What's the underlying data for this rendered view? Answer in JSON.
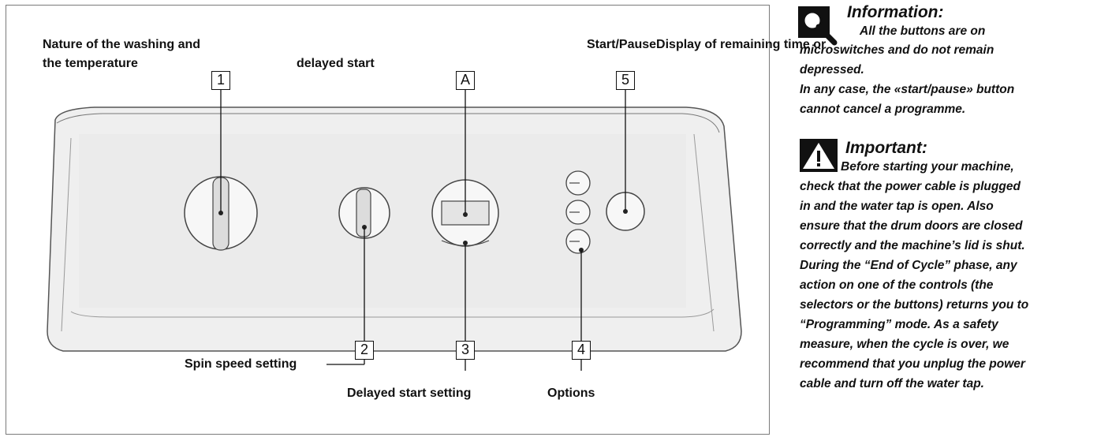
{
  "labels": {
    "nature": "Nature of the washing and",
    "temperature": "the temperature",
    "delayed_start": "delayed start",
    "start_pause_display": "Start/PauseDisplay of remaining time or",
    "spin": "Spin speed setting",
    "delayed_setting": "Delayed start setting",
    "options": "Options"
  },
  "callouts": {
    "c1": "1",
    "cA": "A",
    "c5": "5",
    "c2": "2",
    "c3": "3",
    "c4": "4"
  },
  "information": {
    "heading": "Information:",
    "line1": "All the buttons are on",
    "line2": "microswitches and do not remain",
    "line3": "depressed.",
    "line4": "In any case, the «start/pause» button",
    "line5": "cannot cancel a programme."
  },
  "important": {
    "heading": "Important:",
    "lines": [
      "Before starting your machine,",
      "check that the power cable is plugged",
      "in and the water tap is open. Also",
      "ensure that the drum doors are closed",
      "correctly and the machine’s lid is shut.",
      "During the “End of Cycle” phase, any",
      "action on one of the controls (the",
      "selectors or the buttons) returns you to",
      "“Programming” mode. As a safety",
      "measure, when the cycle is over, we",
      "recommend that you unplug the power",
      "cable and turn off the water tap."
    ]
  },
  "icons": {
    "info": "magnifier-icon",
    "warning": "warning-triangle-icon"
  },
  "colors": {
    "panel_fill": "#eeeeee",
    "panel_stroke": "#555555",
    "text": "#111111"
  }
}
